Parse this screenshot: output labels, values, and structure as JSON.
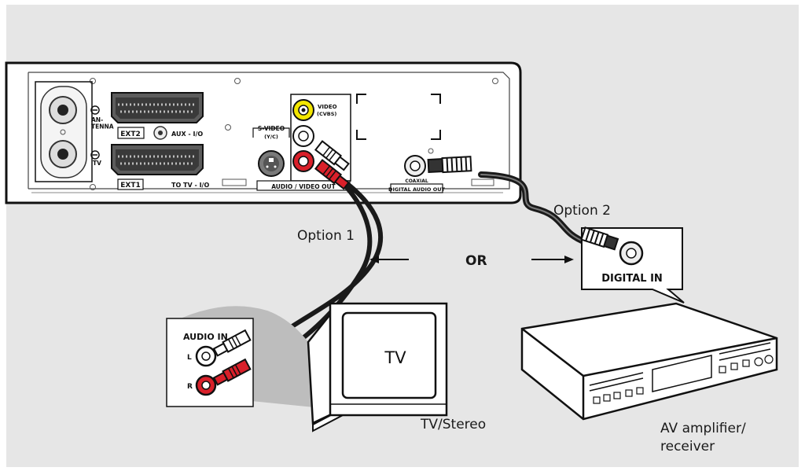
{
  "device": {
    "antenna_label": "AN-\nTENNA",
    "tv_label": "TV",
    "ext2_label": "EXT2",
    "aux_label": "AUX - I/O",
    "ext1_label": "EXT1",
    "to_tv_label": "TO TV - I/O",
    "svideo_label": "S-VIDEO",
    "svideo_sub_label": "(Y/C)",
    "video_label": "VIDEO",
    "video_sub_label": "(CVBS)",
    "av_out_label": "AUDIO / VIDEO OUT",
    "coaxial_label": "COAXIAL",
    "digital_audio_out_label": "DIGITAL AUDIO OUT"
  },
  "options": {
    "option1": "Option 1",
    "or": "OR",
    "option2": "Option 2"
  },
  "tv_panel": {
    "audio_in_label": "AUDIO IN",
    "left_label": "L",
    "right_label": "R",
    "screen_label": "TV",
    "caption": "TV/Stereo"
  },
  "amp": {
    "digital_in_label": "DIGITAL IN",
    "caption_line1": "AV amplifier/",
    "caption_line2": "receiver"
  },
  "colors": {
    "background": "#e6e6e6",
    "video_jack": "#f3e600",
    "audio_right": "#d9202a",
    "audio_left": "#ffffff",
    "cable": "#1a1a1a"
  }
}
